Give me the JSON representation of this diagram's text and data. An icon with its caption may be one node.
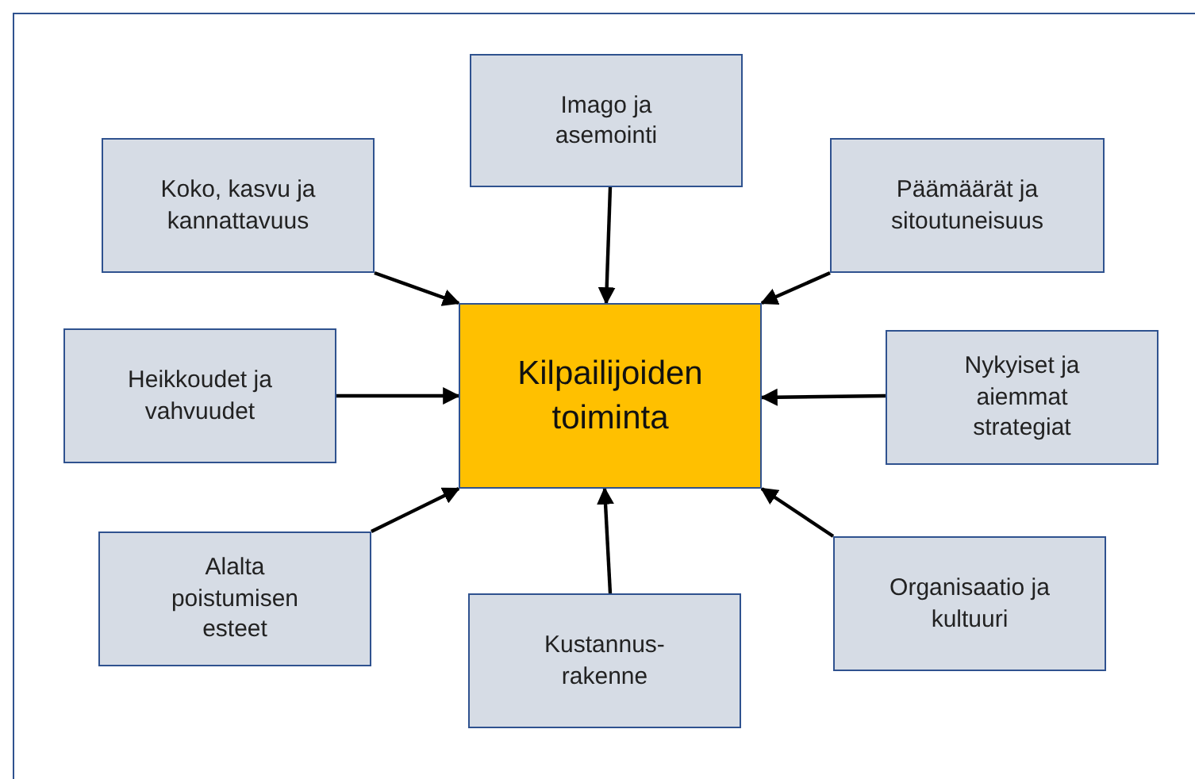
{
  "diagram": {
    "nodes": [
      {
        "text": [
          "Kilpailijoiden toiminta"
        ]
      },
      {
        "text": [
          "Imago ja asemointi"
        ]
      },
      {
        "text": [
          "Koko, kasvu ja kannattavuus"
        ]
      },
      {
        "text": [
          "Päämäärät ja sitoutuneisuus"
        ]
      },
      {
        "text": [
          "Heikkoudet ja vahvuudet"
        ]
      },
      {
        "text": [
          "Nykyiset ja aiemmat strategiat"
        ]
      },
      {
        "text": [
          "Alalta poistumisen esteet"
        ]
      },
      {
        "text": [
          "Organisaatio ja kultuuri"
        ]
      },
      {
        "text": [
          "Kustannus- rakenne"
        ]
      }
    ],
    "edges": [
      {
        "from": 1,
        "to": 0,
        "arrow": "to"
      },
      {
        "from": 2,
        "to": 0,
        "arrow": "to"
      },
      {
        "from": 3,
        "to": 0,
        "arrow": "to"
      },
      {
        "from": 4,
        "to": 0,
        "arrow": "to"
      },
      {
        "from": 5,
        "to": 0,
        "arrow": "to"
      },
      {
        "from": 6,
        "to": 0,
        "arrow": "to"
      },
      {
        "from": 7,
        "to": 0,
        "arrow": "to"
      },
      {
        "from": 8,
        "to": 0,
        "arrow": "to"
      }
    ]
  }
}
